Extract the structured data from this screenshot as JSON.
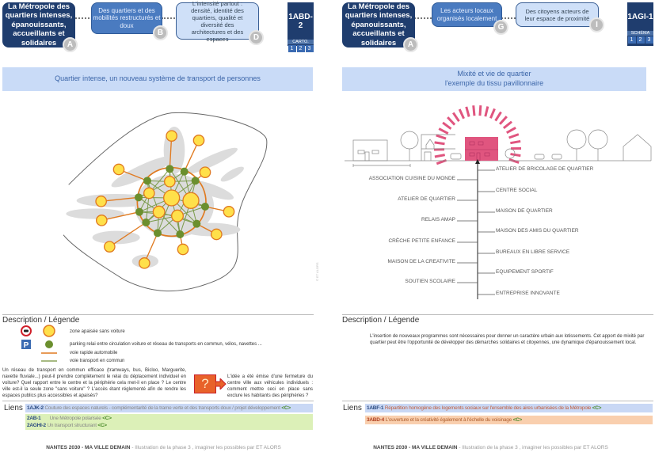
{
  "left": {
    "header": {
      "main": "La Métropole des quartiers intenses, épanouissants, accueillants et solidaires",
      "main_badge": "A",
      "sub1": "Des quartiers et des mobilités restructurés et doux",
      "sub1_badge": "B",
      "sub2": "L'intensité partout : densité, identité des quartiers, qualité et diversité des architectures et des espaces",
      "sub2_badge": "D",
      "code": "1ABD-2",
      "type": "CARTO.",
      "pages": [
        "1",
        "2",
        "3"
      ]
    },
    "banner": "Quartier intense, un nouveau système de transport de personnes",
    "copyright": "© ET ALORS",
    "legend": {
      "title": "Description / Légende",
      "items": [
        {
          "icon": "no-car-sign + yellow-circle",
          "text": "zone apaisée sans voiture"
        },
        {
          "icon": "parking-p + green-dot",
          "text": "parking relai entre circulation voiture et réseau de transports en commun, vélos, navettes ..."
        },
        {
          "icon": "orange-line",
          "text": "voie rapide automobile"
        },
        {
          "icon": "green-line",
          "text": "voie transport en commun"
        }
      ]
    },
    "description": "Un réseau de transport en commun efficace (tramways, bus, Bicloo, Marguerite, navette fluviale...) peut-il prendre complètement le relai du déplacement individuel en voiture? Quel rapport entre le centre et la périphérie cela met-il en place ? Le centre ville est-il la seule zone \"sans voiture\" ? L'accès étant réglementé afin de rendre les espaces publics plus accessibles et apaisés?",
    "question": {
      "symbol": "?",
      "text": "L'idée a été émise d'une fermeture du centre ville aux véhicules individuels : comment mettre ceci en place sans exclure les habitants des périphéries ?"
    },
    "links_label": "Liens",
    "links": [
      {
        "code": "1AJK-2",
        "text": "Couture des espaces naturels - complémentarité de la trame verte et des transports doux / projet développement",
        "tag": "<C>"
      },
      {
        "code": "2AB-1",
        "text": "Une Métropole polarisée",
        "tag": "<C>"
      },
      {
        "code": "2AGHI-2",
        "text": "Un transport structurant",
        "tag": "<C>"
      }
    ],
    "footer": {
      "bold": "NANTES 2030 - MA VILLE DEMAIN",
      "rest": " - Illustration de la phase 3 , imaginer les possibles par ET ALORS"
    }
  },
  "right": {
    "header": {
      "main": "La Métropole des quartiers intenses, épanouissants, accueillants et solidaires",
      "main_badge": "A",
      "sub1": "Les acteurs locaux organisés localement",
      "sub1_badge": "G",
      "sub2": "Des citoyens acteurs de leur espace de proximité",
      "sub2_badge": "I",
      "code": "1AGI-1",
      "type": "SCHÉMA",
      "pages": [
        "1",
        "2",
        "3"
      ]
    },
    "banner_line1": "Mixité et vie de quartier",
    "banner_line2": "l'exemple du tissu pavillonnaire",
    "diagram": {
      "right_labels": [
        "ATELIER DE BRICOLAGE DE QUARTIER",
        "CENTRE SOCIAL",
        "MAISON DE QUARTIER",
        "MAISON DES AMIS DU QUARTIER",
        "BUREAUX EN LIBRE SERVICE",
        "EQUIPEMENT SPORTIF",
        "ENTREPRISE INNOVANTE"
      ],
      "left_labels": [
        "ASSOCIATION CUISINE DU MONDE",
        "ATELIER DE QUARTIER",
        "RELAIS AMAP",
        "CRÈCHE PETITE ENFANCE",
        "MAISON DE  LA CREATIVITE",
        "SOUTIEN SCOLAIRE"
      ],
      "accent": "#e0557f"
    },
    "legend_title": "Description / Légende",
    "description": "L'insertion de nouveaux programmes sont nécessaires pour donner un caractère urbain aux lotissements. Cet apport de mixité par quartier peut être l'opportunité de développer des démarches solidaires et citoyennes, une dynamique d'épanouissement local.",
    "links_label": "Liens",
    "links": [
      {
        "code": "1ABF-1",
        "text": "Répartition homogène des logements sociaux sur l'ensemble des aires urbanisées de la Métropole",
        "tag": "<C>"
      },
      {
        "code": "3ABD-4",
        "text": "L'ouverture et la créativité également à l'échelle du voisinage",
        "tag": "<C>"
      }
    ],
    "footer": {
      "bold": "NANTES 2030 - MA VILLE DEMAIN",
      "rest": " - Illustration de la phase 3 , imaginer les possibles par ET ALORS"
    }
  },
  "colors": {
    "navy": "#1f3d6e",
    "blue": "#4a7bc0",
    "light_blue": "#cfe0f8",
    "yellow": "#ffe04a",
    "orange": "#e07a20",
    "green": "#6b8f2e",
    "pink": "#e0557f",
    "link_blue": "#c9d8f5",
    "link_green": "#dcf0b8",
    "link_orange": "#f9cfae"
  }
}
